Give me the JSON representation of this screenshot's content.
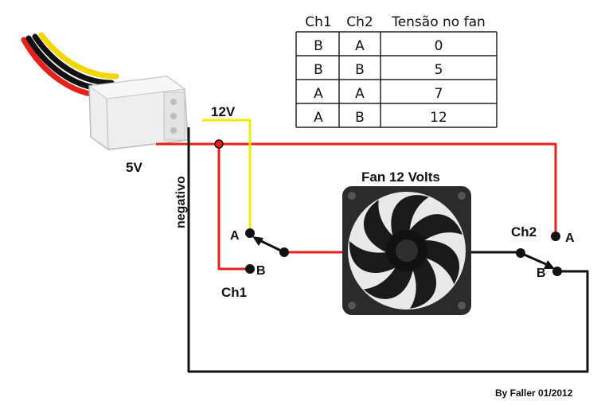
{
  "table": {
    "headers": [
      "Ch1",
      "Ch2",
      "Tensão no fan"
    ],
    "rows": [
      [
        "B",
        "A",
        "0"
      ],
      [
        "B",
        "B",
        "5"
      ],
      [
        "A",
        "A",
        "7"
      ],
      [
        "A",
        "B",
        "12"
      ]
    ]
  },
  "labels": {
    "v12": "12V",
    "v5": "5V",
    "negative": "negativo",
    "fan_title": "Fan 12 Volts",
    "ch1": "Ch1",
    "ch2": "Ch2",
    "ch1_a": "A",
    "ch1_b": "B",
    "ch2_a": "A",
    "ch2_b": "B",
    "credit": "By Faller 01/2012"
  },
  "colors": {
    "wire_5v": "#e8201a",
    "wire_12v": "#f2ea00",
    "wire_ground": "#111111",
    "connector": "#eeeeee",
    "fan_frame": "#2b2b2b",
    "fan_blade": "#1a1a1a"
  }
}
